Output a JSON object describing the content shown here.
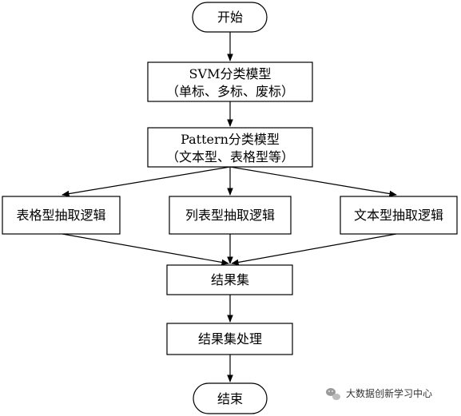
{
  "nodes": {
    "start": {
      "label": "开始"
    },
    "svm": {
      "line1": "SVM分类模型",
      "line2": "（单标、多标、废标）"
    },
    "pattern": {
      "line1": "Pattern分类模型",
      "line2": "（文本型、表格型等）"
    },
    "table_logic": {
      "label": "表格型抽取逻辑"
    },
    "list_logic": {
      "label": "列表型抽取逻辑"
    },
    "text_logic": {
      "label": "文本型抽取逻辑"
    },
    "result_set": {
      "label": "结果集"
    },
    "result_process": {
      "label": "结果集处理"
    },
    "end": {
      "label": "结束"
    }
  },
  "watermark": {
    "text": "大数据创新学习中心",
    "icon": "wechat-icon"
  }
}
